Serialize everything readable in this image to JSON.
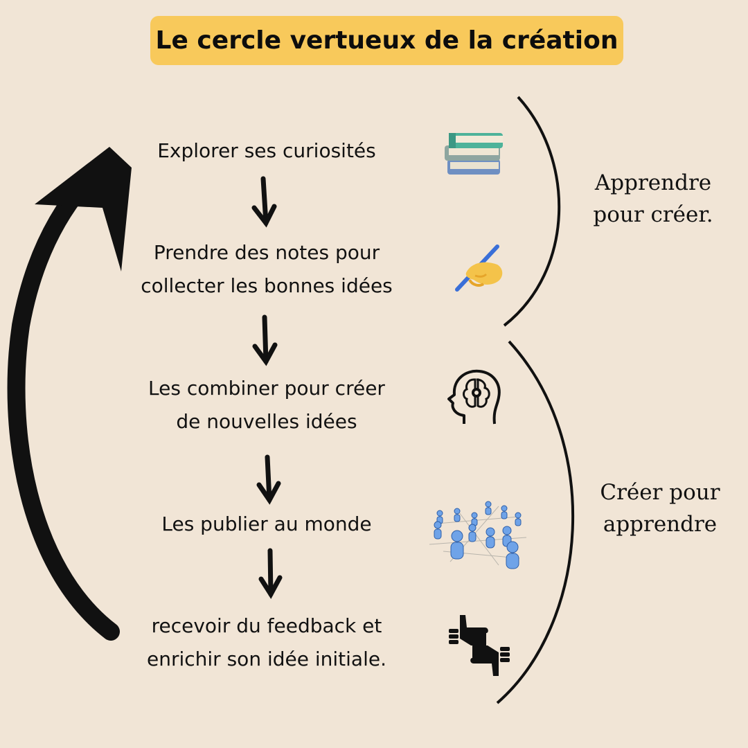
{
  "title": "Le cercle vertueux de la création",
  "steps": [
    {
      "lines": [
        "Explorer ses curiosités"
      ],
      "icon": "books-icon"
    },
    {
      "lines": [
        "Prendre des notes pour",
        "collecter les bonnes idées"
      ],
      "icon": "writing-hand-icon"
    },
    {
      "lines": [
        "Les combiner pour créer",
        "de nouvelles idées"
      ],
      "icon": "brain-head-icon"
    },
    {
      "lines": [
        "Les publier au monde"
      ],
      "icon": "people-network-icon"
    },
    {
      "lines": [
        "recevoir du feedback et",
        "enrichir son idée initiale."
      ],
      "icon": "thumbs-up-down-icon"
    }
  ],
  "phases": [
    {
      "lines": [
        "Apprendre",
        "pour créer."
      ]
    },
    {
      "lines": [
        "Créer pour",
        "apprendre"
      ]
    }
  ],
  "colors": {
    "background": "#F1E5D6",
    "title_bg": "#F8C95B",
    "ink": "#111111"
  }
}
